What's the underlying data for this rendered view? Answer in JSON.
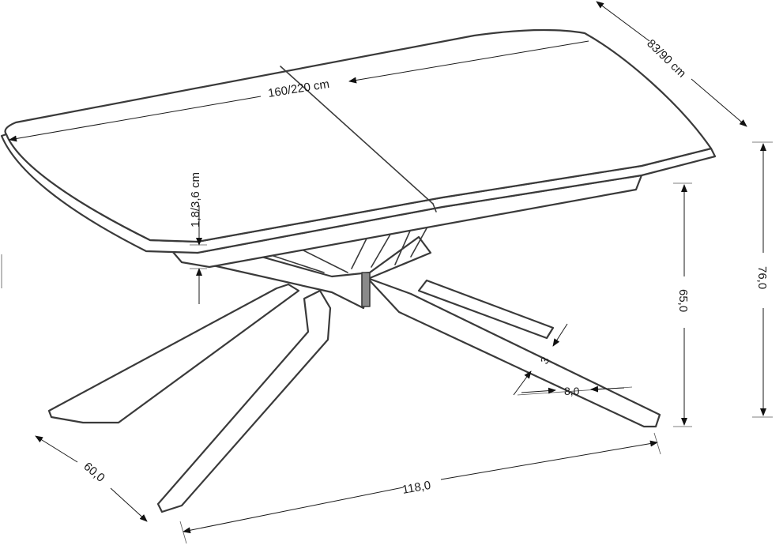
{
  "dimensions": {
    "length": "160/220 cm",
    "width": "83/90 cm",
    "top_thickness": "1,8/3,6 cm",
    "total_height": "76,0",
    "frame_height": "65,0",
    "base_length": "118,0",
    "base_width": "60,0",
    "leg_width": "8,0",
    "leg_thickness": "3"
  },
  "colors": {
    "line": "#3a3a3a",
    "shading": "#8a8a8a",
    "background": "#ffffff"
  }
}
